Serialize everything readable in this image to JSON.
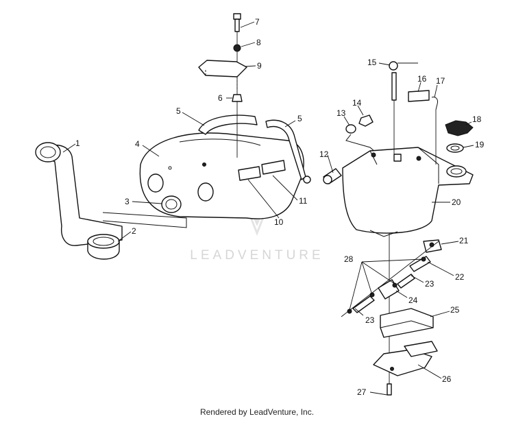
{
  "watermark": "LEADVENTURE",
  "footer": "Rendered by LeadVenture, Inc.",
  "callouts": {
    "c1": "1",
    "c2": "2",
    "c3": "3",
    "c4": "4",
    "c5a": "5",
    "c5b": "5",
    "c6": "6",
    "c7": "7",
    "c8": "8",
    "c9": "9",
    "c10": "10",
    "c11": "11",
    "c12": "12",
    "c13": "13",
    "c14": "14",
    "c15": "15",
    "c16": "16",
    "c17": "17",
    "c18": "18",
    "c19": "19",
    "c20": "20",
    "c21": "21",
    "c22": "22",
    "c23a": "23",
    "c23b": "23",
    "c24": "24",
    "c25": "25",
    "c26": "26",
    "c27": "27",
    "c28": "28"
  }
}
